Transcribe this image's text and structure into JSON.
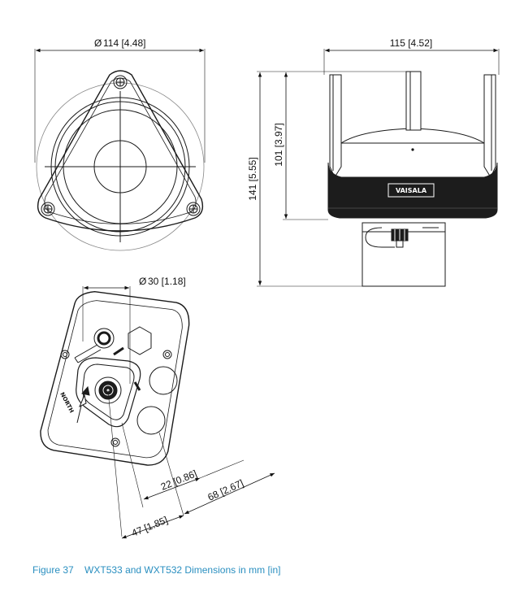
{
  "dimensions": {
    "top_diameter": "114 [4.48]",
    "top_diameter_symbol": "Ø",
    "side_width": "115 [4.52]",
    "side_height_total": "141 [5.55]",
    "side_height_body": "101 [3.97]",
    "bottom_diameter": "30 [1.18]",
    "bottom_diameter_symbol": "Ø",
    "bottom_offset_small": "22 [0.86]",
    "bottom_offset_large": "68 [2.67]",
    "bottom_offset_center": "47 [1.85]"
  },
  "labels": {
    "brand_logo": "VAISALA",
    "north_arrow": "NORTH"
  },
  "caption": {
    "figure_number": "Figure 37",
    "figure_title": "WXT533 and WXT532 Dimensions in mm [in]"
  },
  "colors": {
    "caption": "#2a8fc0",
    "line": "#1a1a1a",
    "housing_dark": "#1c1c1c"
  }
}
